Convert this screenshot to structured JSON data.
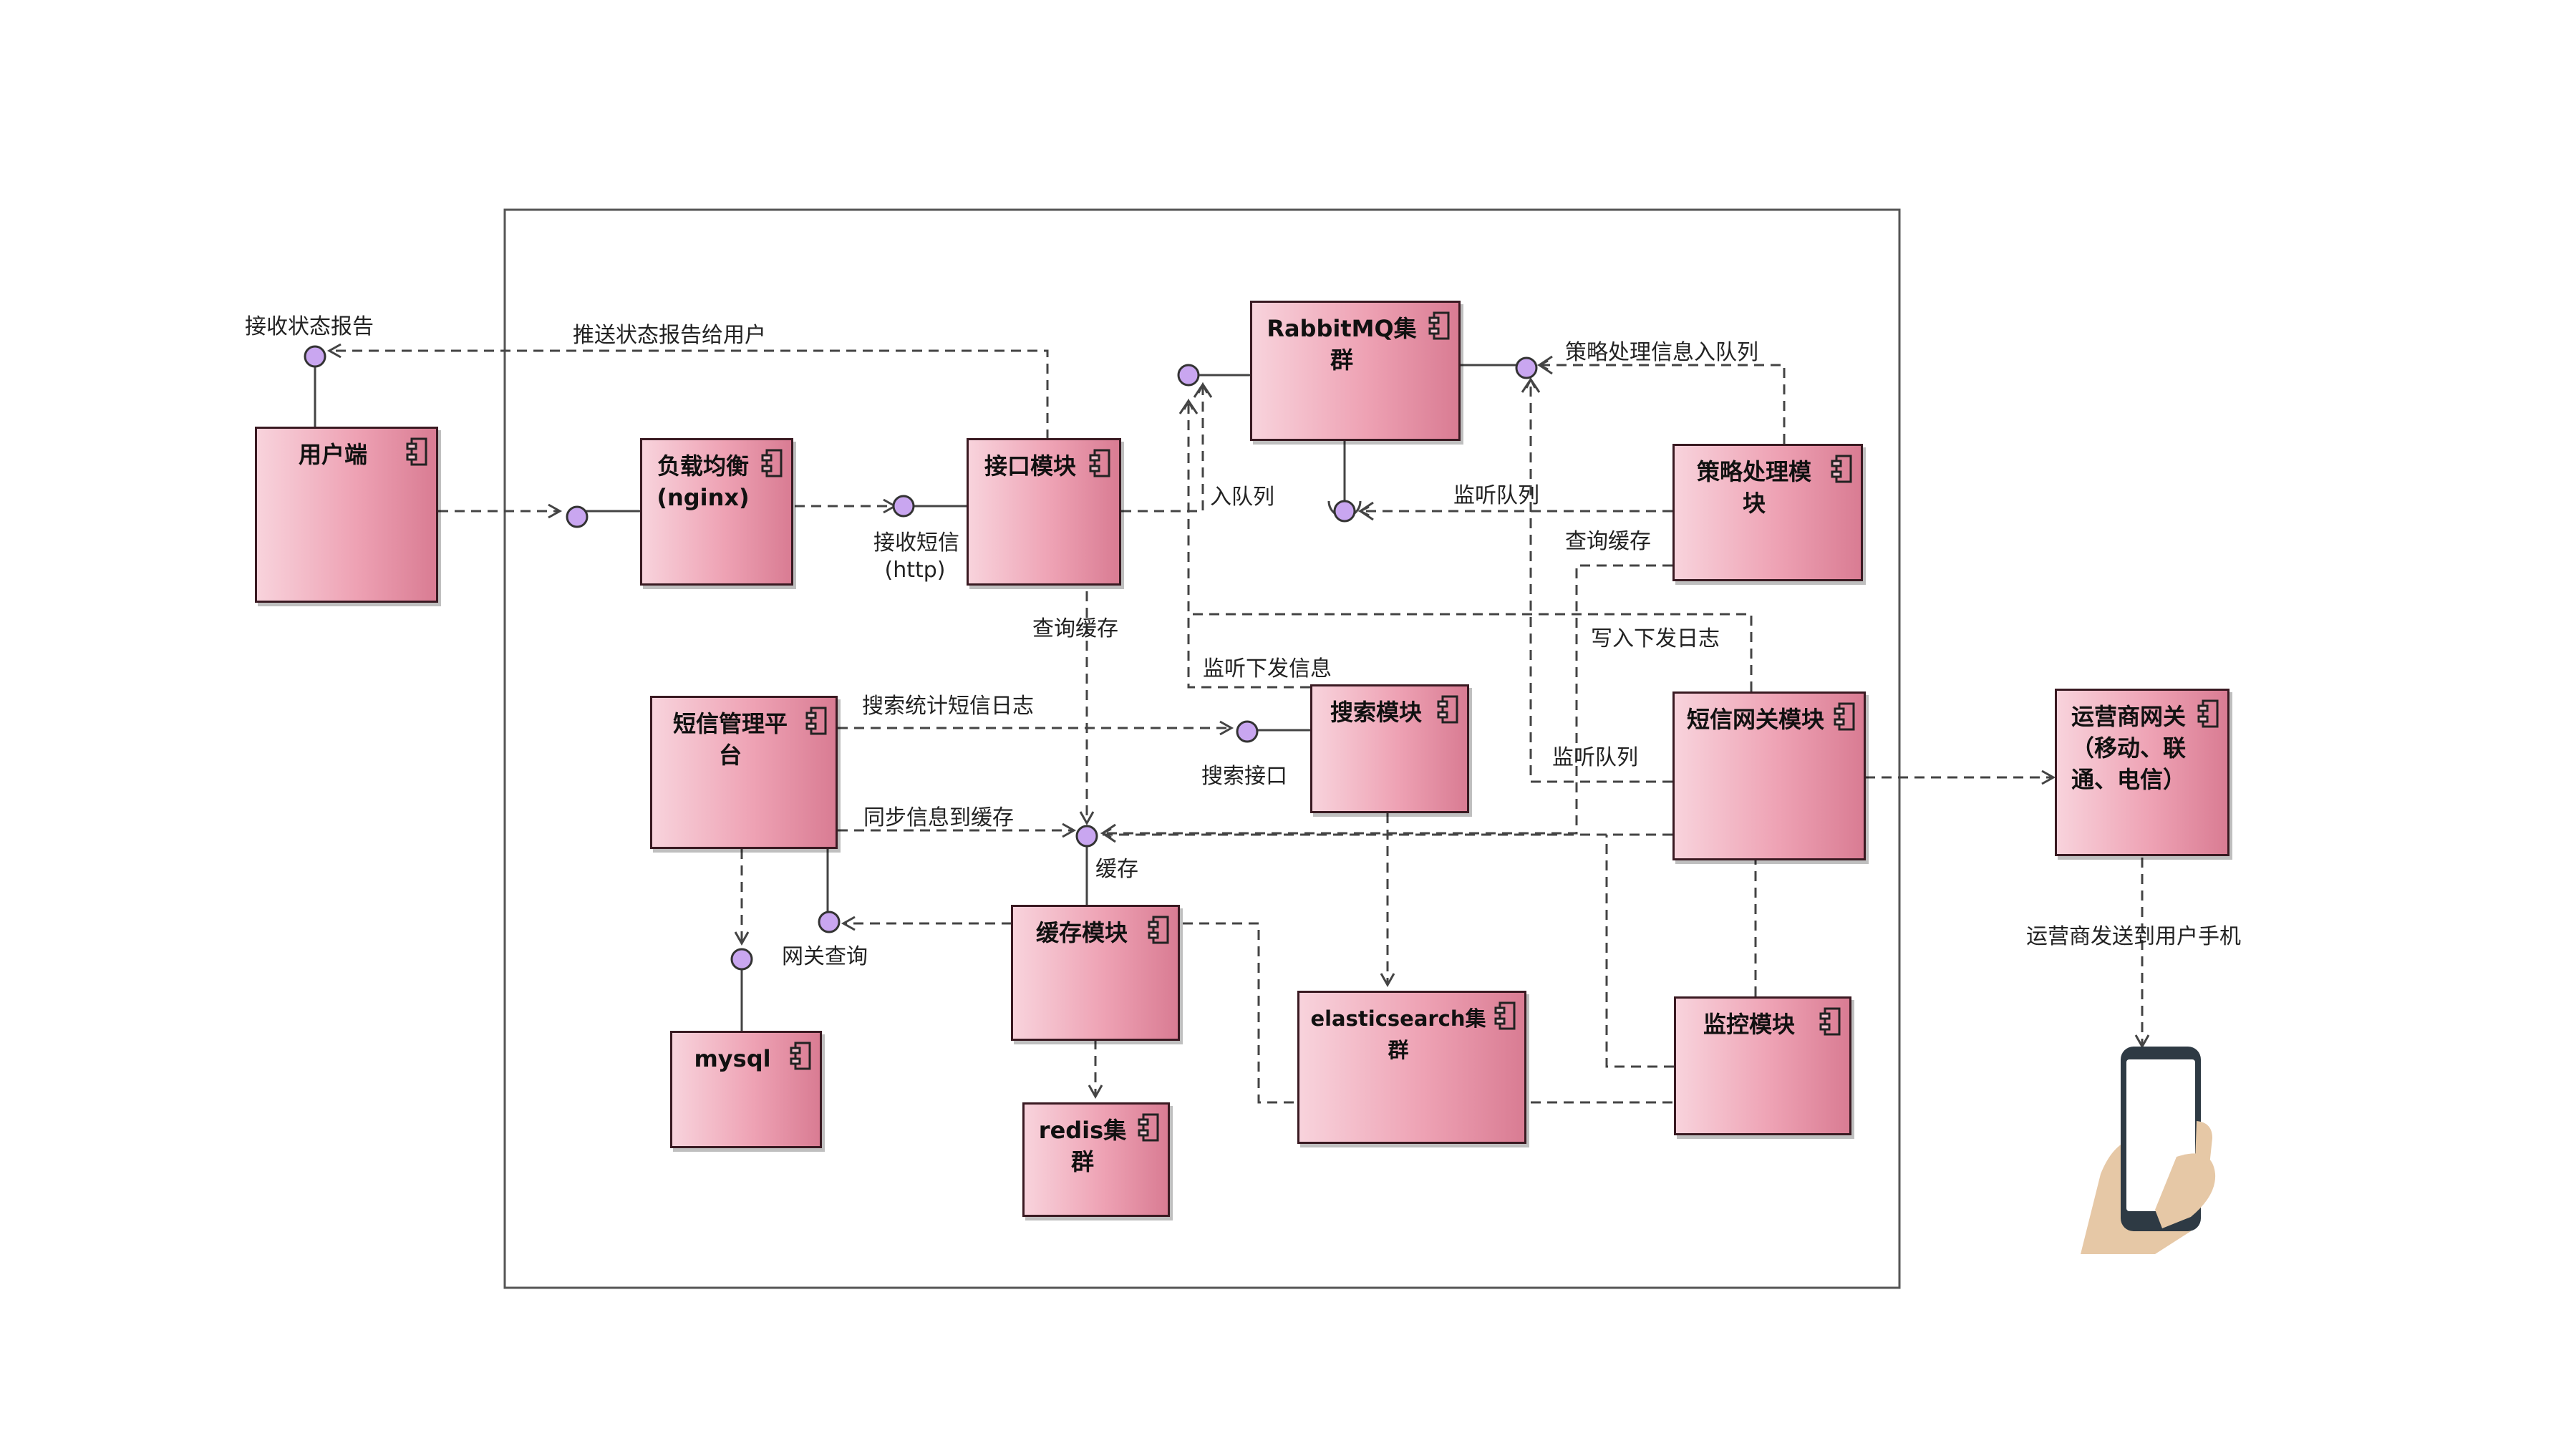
{
  "nodes": {
    "user": "用户端",
    "lb": "负载均衡\n(nginx)",
    "api": "接口模块",
    "mq": "RabbitMQ集群",
    "strategy": "策略处理模\n块",
    "smsadmin": "短信管理平\n台",
    "search": "搜索模块",
    "gateway": "短信网关模块",
    "carrier": "运营商网关\n（移动、联\n通、电信）",
    "cache": "缓存模块",
    "mysql": "mysql",
    "redis": "redis集群",
    "es": "elasticsearch集群",
    "monitor": "监控模块"
  },
  "labels": {
    "recv_report": "接收状态报告",
    "push_report": "推送状态报告给用户",
    "recv_sms": "接收短信",
    "recv_sms_http": "(http)",
    "enqueue": "入队列",
    "listen_queue_1": "监听队列",
    "strategy_enqueue": "策略处理信息入队列",
    "query_cache_1": "查询缓存",
    "query_cache_2": "查询缓存",
    "write_log": "写入下发日志",
    "listen_send": "监听下发信息",
    "search_log": "搜索统计短信日志",
    "search_api": "搜索接口",
    "listen_queue_2": "监听队列",
    "sync_cache": "同步信息到缓存",
    "cache_if": "缓存",
    "gateway_query": "网关查询",
    "carrier_send": "运营商发送到用户手机"
  },
  "colors": {
    "box_light": "#f8d3dc",
    "box_dark": "#d97c93",
    "port": "#c9a6f0",
    "line": "#444444"
  },
  "icons": {
    "component": "uml-component-icon",
    "phone": "hand-holding-phone-icon"
  }
}
